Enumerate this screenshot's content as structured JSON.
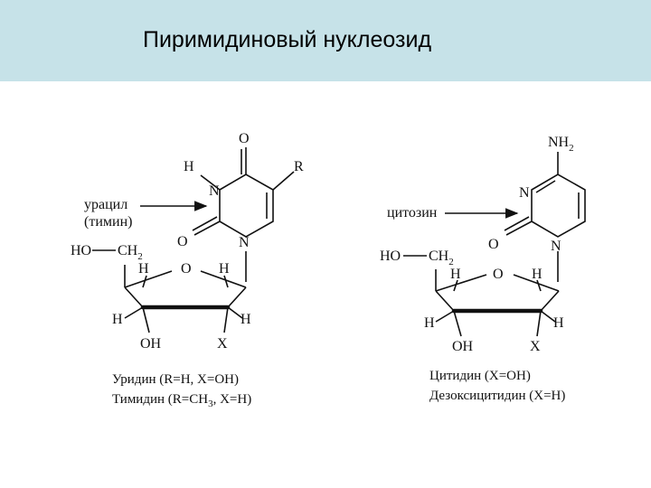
{
  "title": "Пиримидиновый нуклеозид",
  "uridine": {
    "atoms": {
      "O_top": "O",
      "H_n3": "H",
      "R": "R",
      "N3": "N",
      "O_c2": "O",
      "N1": "N",
      "HO": "HO",
      "CH2": "CH",
      "CH2_sub": "2",
      "H1": "H",
      "O_ring": "O",
      "H2": "H",
      "H3": "H",
      "H4": "H",
      "OH": "OH",
      "X": "X"
    },
    "arrow_label_1": "урацил",
    "arrow_label_2": "(тимин)",
    "caption_1": "Уридин (R=H, X=OH)",
    "caption_2_pre": "Тимидин (R=CH",
    "caption_2_sub": "3",
    "caption_2_post": ", X=H)"
  },
  "cytidine": {
    "atoms": {
      "NH": "NH",
      "NH_sub": "2",
      "N3": "N",
      "O_c2": "O",
      "N1": "N",
      "HO": "HO",
      "CH2": "CH",
      "CH2_sub": "2",
      "H1": "H",
      "O_ring": "O",
      "H2": "H",
      "H3": "H",
      "H4": "H",
      "OH": "OH",
      "X": "X"
    },
    "arrow_label": "цитозин",
    "caption_1": "Цитидин (X=OH)",
    "caption_2": "Дезоксицитидин (X=H)"
  }
}
